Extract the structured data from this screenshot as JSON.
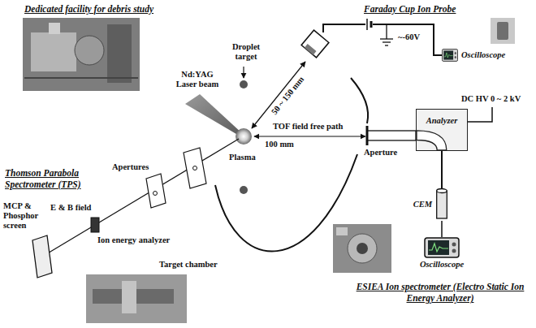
{
  "diagram": {
    "nodes": [
      {
        "text": [
          "Oscilloscope"
        ]
      },
      {
        "text": [
          "Analyzer"
        ]
      },
      {
        "text": [
          "CEM"
        ]
      },
      {
        "text": [
          "Oscilloscope"
        ]
      }
    ],
    "edges": [
      {
        "from": 1,
        "to": 2,
        "arrow": "none"
      },
      {
        "from": 2,
        "to": 3,
        "arrow": "none"
      }
    ],
    "labels": [
      "Dedicated facility for debris study",
      "Faraday Cup Ion Probe",
      "Droplet target",
      "Nd:YAG Laser beam",
      "~-60V",
      "50 ~ 150 mm",
      "Plasma",
      "100 mm",
      "TOF field free path",
      "Aperture",
      "DC HV 0 ~ 2 kV",
      "Thomson Parabola Spectrometer (TPS)",
      "Apertures",
      "MCP & Phosphor screen",
      "E & B field",
      "Ion energy analyzer",
      "Target chamber",
      "ESIEA Ion spectrometer (Electro Static Ion Energy Analyzer)"
    ]
  }
}
